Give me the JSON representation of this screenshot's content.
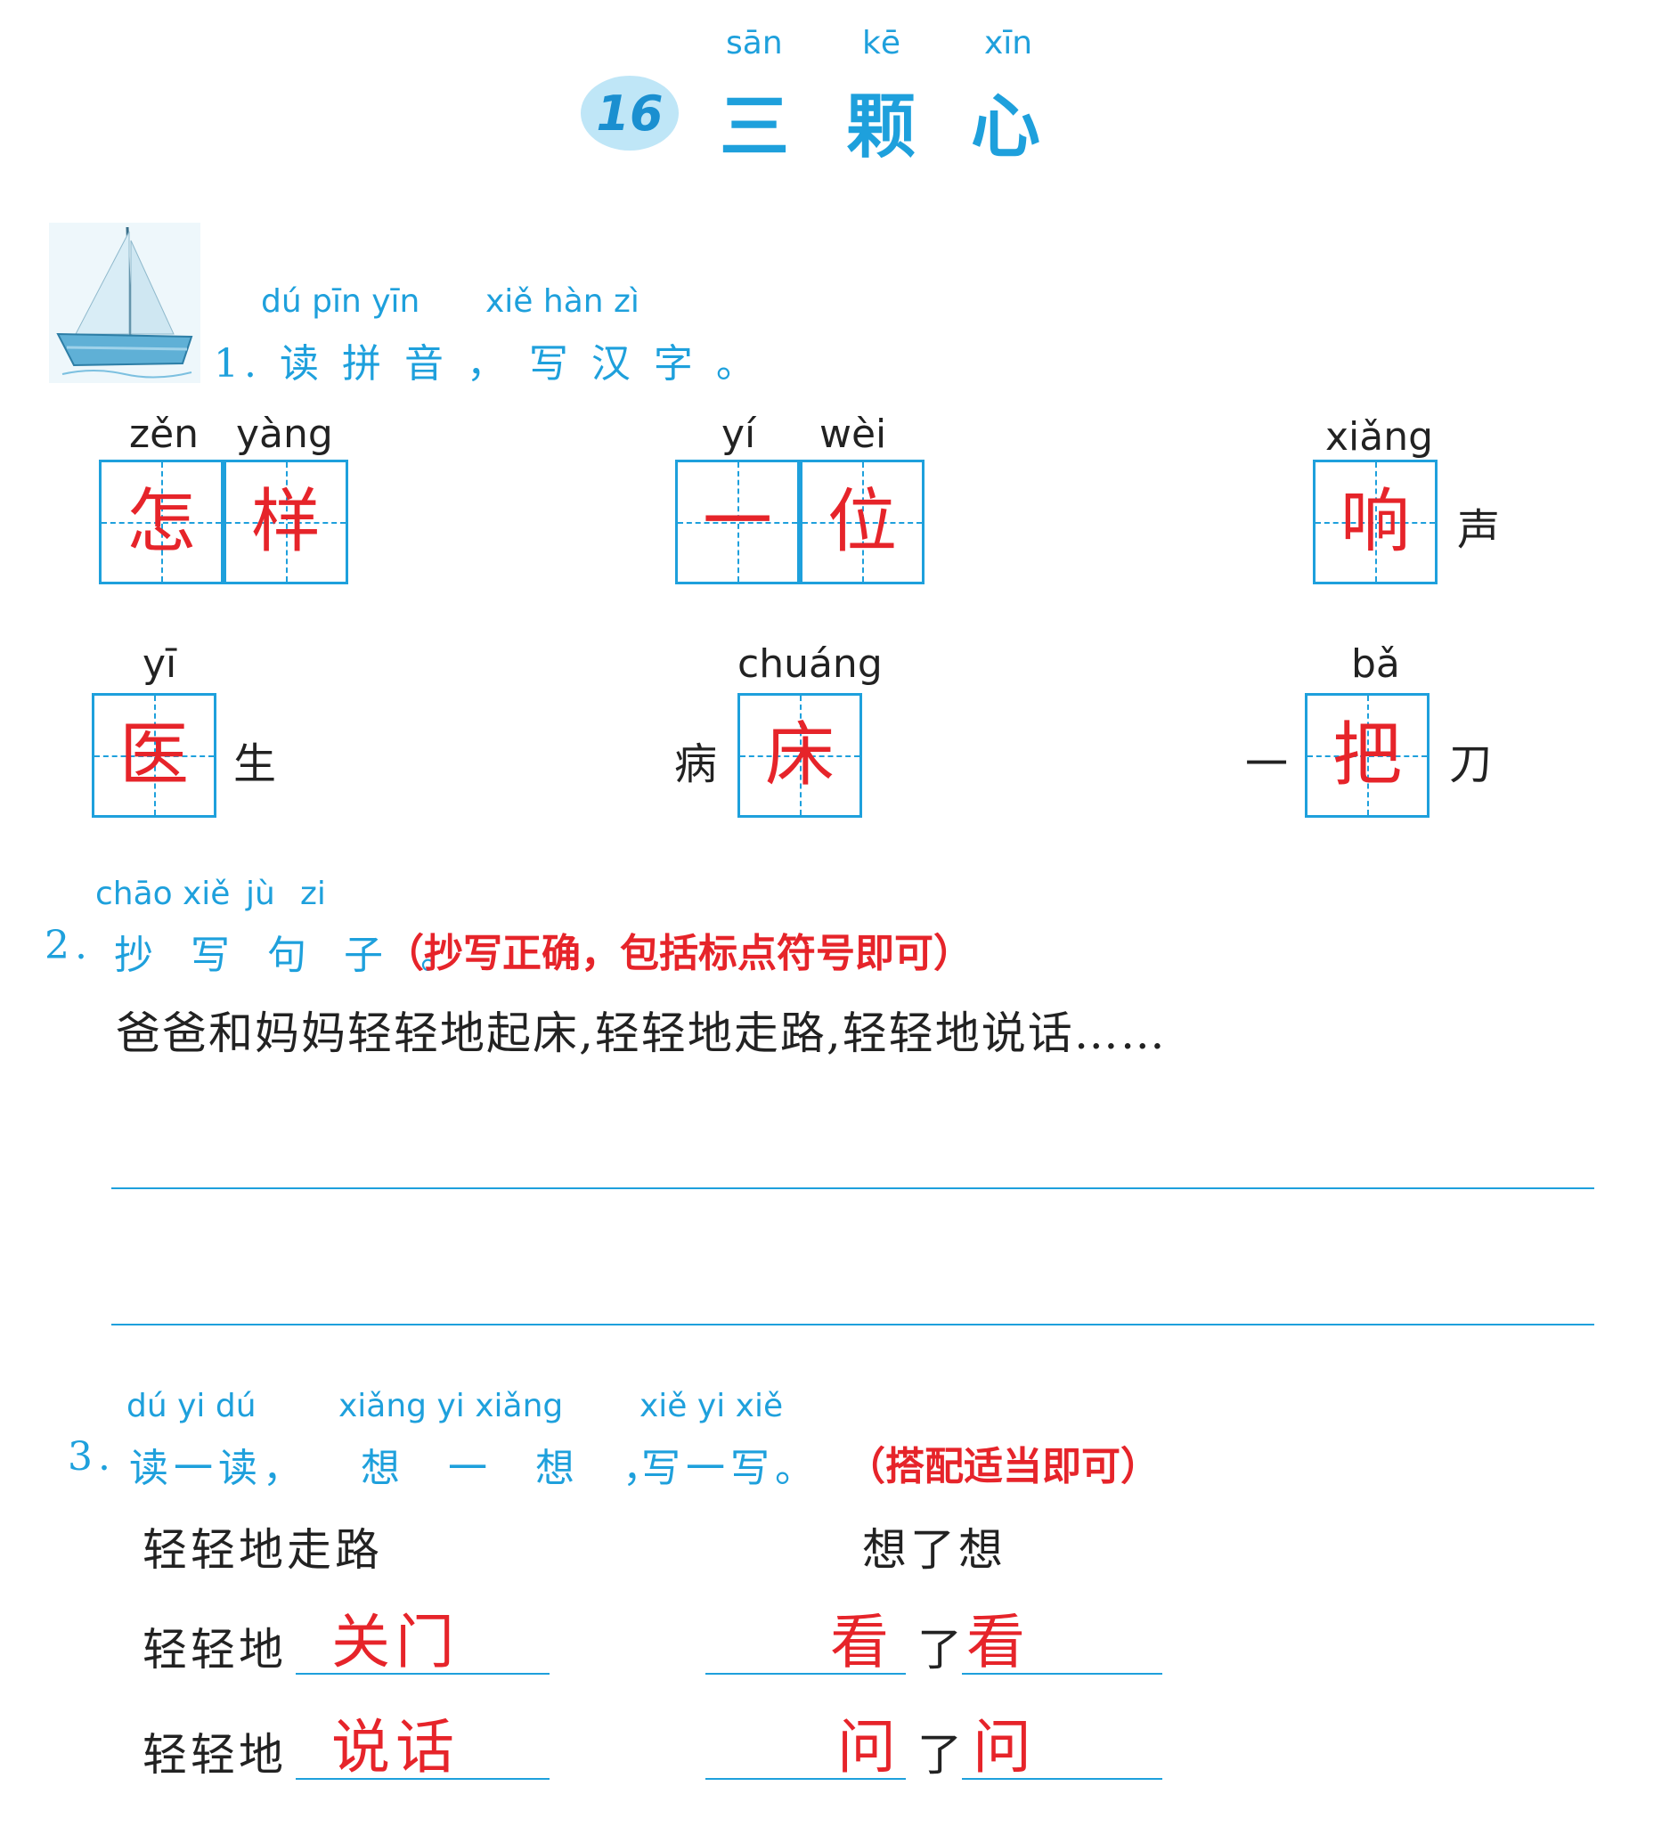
{
  "title": {
    "number": "16",
    "pinyin": [
      "sān",
      "kē",
      "xīn"
    ],
    "chars": [
      "三",
      "颗",
      "心"
    ]
  },
  "section1": {
    "pinyin": [
      "dú pīn yīn",
      "xiě hàn zì"
    ],
    "heading": "1. 读 拼 音 ， 写 汉 字 。",
    "items": [
      {
        "pinyin": [
          "zěn",
          "yàng"
        ],
        "answers": [
          "怎",
          "样"
        ],
        "before": "",
        "after": ""
      },
      {
        "pinyin": [
          "yí",
          "wèi"
        ],
        "answers": [
          "一",
          "位"
        ],
        "before": "",
        "after": ""
      },
      {
        "pinyin": [
          "xiǎng"
        ],
        "answers": [
          "响"
        ],
        "before": "",
        "after": "声"
      },
      {
        "pinyin": [
          "yī"
        ],
        "answers": [
          "医"
        ],
        "before": "",
        "after": "生"
      },
      {
        "pinyin": [
          "chuáng"
        ],
        "answers": [
          "床"
        ],
        "before": "病",
        "after": ""
      },
      {
        "pinyin": [
          "bǎ"
        ],
        "answers": [
          "把"
        ],
        "before": "一",
        "after": "刀"
      }
    ]
  },
  "section2": {
    "pinyin": [
      "chāo",
      "xiě",
      "jù",
      "zi"
    ],
    "number": "2.",
    "heading": "抄 写 句 子 。",
    "note": "（抄写正确，包括标点符号即可）",
    "sentence": "爸爸和妈妈轻轻地起床,轻轻地走路,轻轻地说话……"
  },
  "section3": {
    "pinyin": [
      "dú yi dú",
      "xiǎng yi xiǎng",
      "xiě yi xiě"
    ],
    "number": "3.",
    "heading": [
      "读一读，",
      "想 一 想 ，",
      "写一写。"
    ],
    "note": "（搭配适当即可）",
    "left": {
      "example": "轻轻地走路",
      "prefix": "轻轻地",
      "answers": [
        "关门",
        "说话"
      ]
    },
    "right": {
      "example": "想了想",
      "middle": "了",
      "answers": [
        [
          "看",
          "看"
        ],
        [
          "问",
          "问"
        ]
      ]
    }
  }
}
